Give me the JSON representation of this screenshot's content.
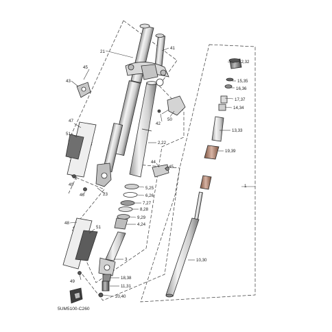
{
  "diagram_code": "5UM5100-C260",
  "colors": {
    "line": "#2b2b2b",
    "light": "#eeeeee",
    "mid": "#c9c9c9",
    "dark": "#6f6f6f",
    "spring": "#9a6b4f",
    "spring_light": "#c9a79a",
    "label": "#1a1a1a"
  },
  "callouts": {
    "c1": "1",
    "c2": "2,22",
    "c3": "3",
    "c4": "4,24",
    "c5": "5,25",
    "c6": "6,26",
    "c7": "7,27",
    "c8": "8,28",
    "c9": "9,29",
    "c10": "10,30",
    "c11": "11,31",
    "c12": "12,32",
    "c13": "13,33",
    "c14": "14,34",
    "c15": "15,35",
    "c16": "16,36",
    "c17": "17,37",
    "c18": "18,38",
    "c19": "19,39",
    "c20": "20,40",
    "c21": "21",
    "c23": "23",
    "c41": "41",
    "c42": "42",
    "c43": "43",
    "c44": "44",
    "c45a": "45",
    "c45b": "45",
    "c46": "46",
    "c47": "47",
    "c48": "48",
    "c49a": "49",
    "c49b": "49",
    "c50": "50",
    "c51a": "51",
    "c51b": "51"
  }
}
